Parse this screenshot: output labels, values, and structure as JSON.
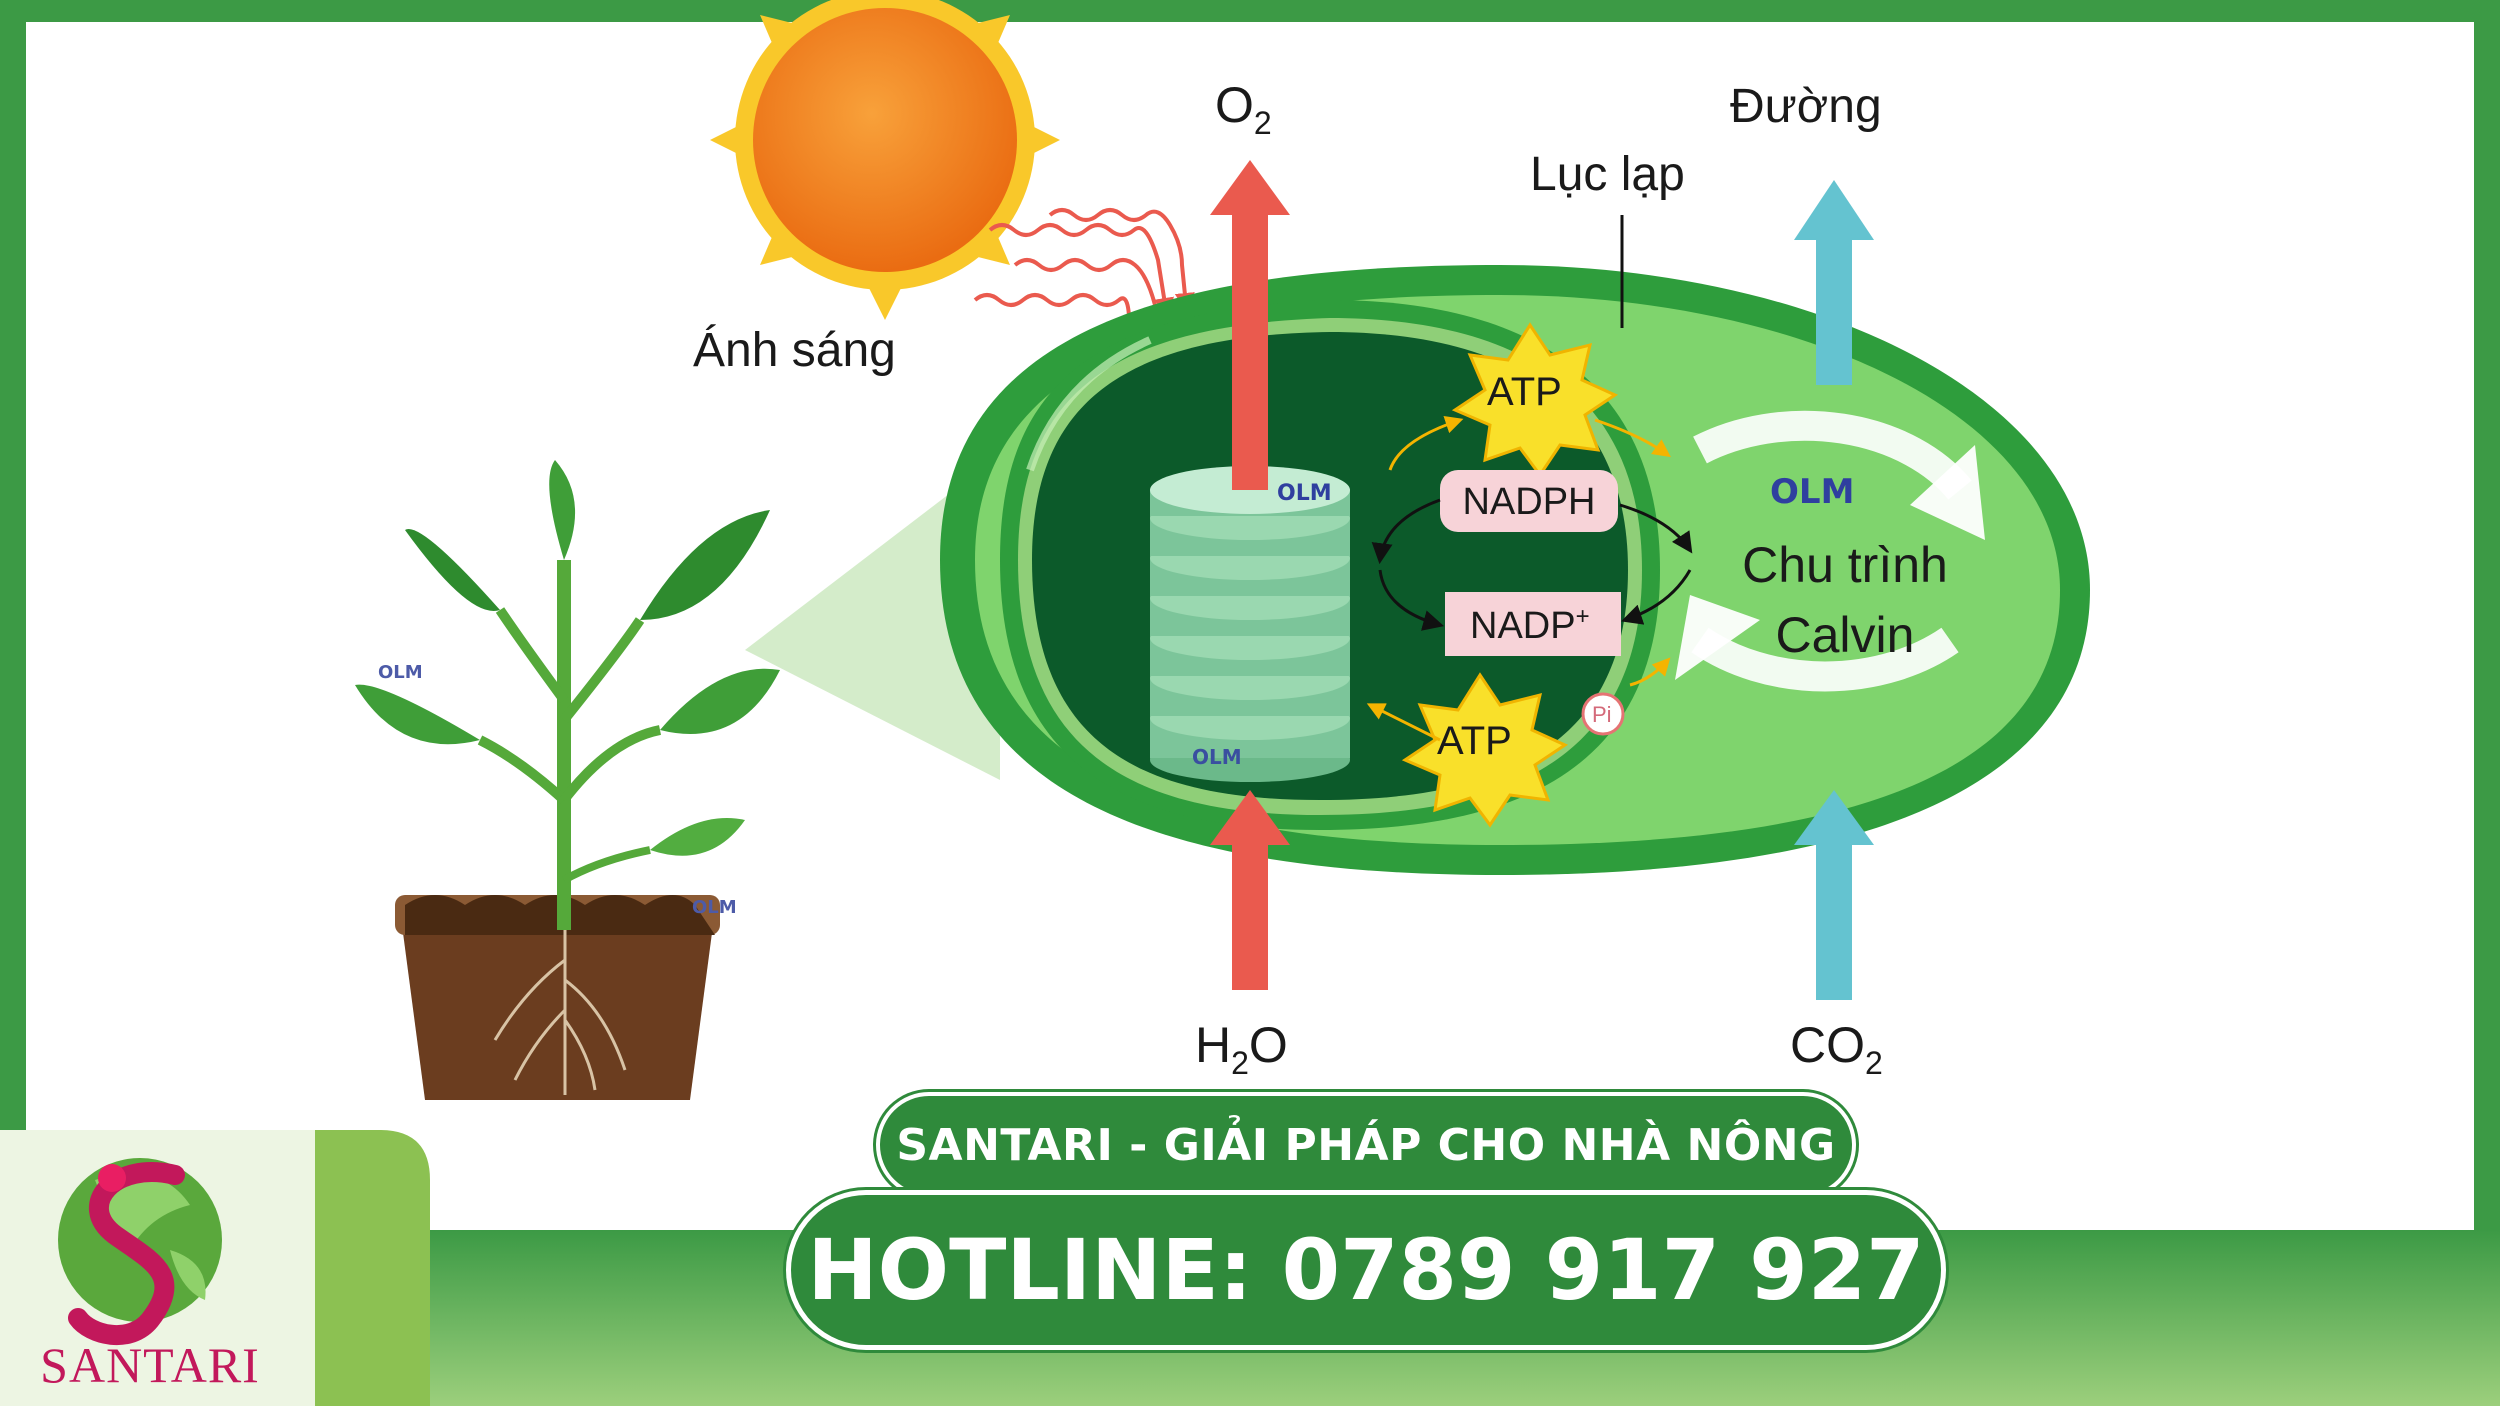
{
  "diagram": {
    "labels": {
      "o2": "O",
      "o2_sub": "2",
      "sugar": "Đường",
      "chloroplast": "Lục lạp",
      "light": "Ánh sáng",
      "atp_top": "ATP",
      "atp_bottom": "ATP",
      "nadph": "NADPH",
      "nadp": "NADP",
      "nadp_sup": "+",
      "pi": "Pi",
      "calvin_line1": "Chu trình",
      "calvin_line2": "Calvin",
      "h2o_h": "H",
      "h2o_sub": "2",
      "h2o_o": "O",
      "co2": "CO",
      "co2_sub": "2"
    },
    "watermarks": [
      "OLM",
      "OLM",
      "OLM",
      "OLM",
      "OLM"
    ],
    "colors": {
      "frame_green": "#3c9a45",
      "chloroplast_outer": "#2e9d3c",
      "chloroplast_light": "#7fd46d",
      "stroma_dark": "#0c5a2a",
      "oxygen_arrow": "#ea5a4e",
      "sugar_arrow": "#64c3d0",
      "sun_orange": "#f07a1a",
      "sun_yellow": "#f9c82a"
    }
  },
  "banner": {
    "slogan": "SANTARI - GIẢI PHÁP CHO NHÀ NÔNG",
    "hotline": "HOTLINE: 0789 917 927",
    "brand": "SANTARI"
  }
}
